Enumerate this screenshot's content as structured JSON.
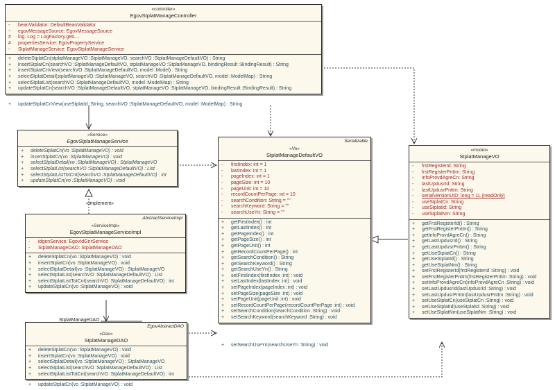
{
  "controller": {
    "stereotype": "«controller»",
    "name": "EgovStplatManageController",
    "attributes": [
      {
        "vis": "-",
        "text": "beanValidator:  DefaultBeanValidator"
      },
      {
        "vis": "~",
        "text": "egovMessageSource:  EgovMessageSource"
      },
      {
        "vis": "#",
        "text": "log:  Log = LogFactory.getL..."
      },
      {
        "vis": "#",
        "text": "propertiesService:  EgovPropertyService"
      },
      {
        "vis": "-",
        "text": "StplatManageService:  EgovStplatManageService"
      }
    ],
    "operations": [
      {
        "vis": "+",
        "text": "deleteStplatCn(stplatManageVO :StplatManageVO, searchVO :StplatManageDefaultVO) : String"
      },
      {
        "vis": "+",
        "text": "insertStplatCn(searchVO :StplatManageDefaultVO, stplatManageVO :StplatManageVO, bindingResult :BindingResult) : String"
      },
      {
        "vis": "+",
        "text": "insertStplatCnView(searchVO :StplatManageDefaultVO, model :Model) : String"
      },
      {
        "vis": "+",
        "text": "selectStplatDetail(stplatManageVO :StplatManageVO, searchVO :StplatManageDefaultVO, model :ModelMap) : String"
      },
      {
        "vis": "+",
        "text": "selectStplatList(searchVO :StplatManageDefaultVO, model :ModelMap) : String"
      },
      {
        "vis": "+",
        "text": "updateStplatCn(searchVO :StplatManageDefaultVO, stplatManageVO :StplatManageVO, bindingResult :BindingResult) : String"
      }
    ],
    "overflow": {
      "vis": "+",
      "text": "updateStplatCnView(useStplatId :String, searchVO :StplatManageDefaultVO, model :ModelMap) : String"
    }
  },
  "service": {
    "stereotype": "«Service»",
    "name": "EgovStplatManageService",
    "operations": [
      {
        "vis": "+",
        "text": "deleteStplatCn(vo :StplatManageVO) : void"
      },
      {
        "vis": "+",
        "text": "insertStplatCn(vo :StplatManageVO) : void"
      },
      {
        "vis": "+",
        "text": "selectStplatDetail(vo :StplatManageVO) : StplatManageVO"
      },
      {
        "vis": "+",
        "text": "selectStplatList(searchVO :StplatManageDefaultVO) : List"
      },
      {
        "vis": "+",
        "text": "selectStplatListTotCnt(searchVO :StplatManageDefaultVO) : int"
      },
      {
        "vis": "+",
        "text": "updateStplatCn(vo :StplatManageVO) : void"
      }
    ]
  },
  "implement_label": "«implement»",
  "serviceImpl": {
    "parent": "AbstractServiceImpl",
    "stereotype": "«ServiceImpl»",
    "name": "EgovStplatManageServiceImpl",
    "attributes": [
      {
        "vis": "-",
        "text": "idgenService:  EgovIdGnrService"
      },
      {
        "vis": "-",
        "text": "StplatManageDAO:  StplatManageDAO"
      }
    ],
    "operations": [
      {
        "vis": "+",
        "text": "deleteStplatCn(vo :StplatManageVO) : void"
      },
      {
        "vis": "+",
        "text": "insertStplatCn(vo :StplatManageVO) : void"
      },
      {
        "vis": "+",
        "text": "selectStplatDetail(vo :StplatManageVO) : StplatManageVO"
      },
      {
        "vis": "+",
        "text": "selectStplatList(searchVO :StplatManageDefaultVO) : List"
      },
      {
        "vis": "+",
        "text": "selectStplatListTotCnt(searchVO :StplatManageDefaultVO) : int"
      },
      {
        "vis": "+",
        "text": "updateStplatCn(vo :StplatManageVO) : void"
      }
    ]
  },
  "dao_role_label": "StplatManageDAO",
  "dao": {
    "parent": "EgovAbstractDAO",
    "stereotype": "«Dao»",
    "name": "StplatManageDAO",
    "operations": [
      {
        "vis": "+",
        "text": "deleteStplatCn(vo :StplatManageVO) : void"
      },
      {
        "vis": "+",
        "text": "insertStplatCn(vo :StplatManageVO) : void"
      },
      {
        "vis": "+",
        "text": "selectStplatDetail(vo :StplatManageVO) : StplatManageVO"
      },
      {
        "vis": "+",
        "text": "selectStplatList(searchVO :StplatManageDefaultVO) : List"
      },
      {
        "vis": "+",
        "text": "selectStplatListTotCnt(searchVO :StplatManageDefaultVO) : int"
      }
    ],
    "overflow": {
      "vis": "+",
      "text": "updateStplatCn(vo :StplatManageVO) : void"
    }
  },
  "defaultVO": {
    "parent": "Serializable",
    "stereotype": "«Vo»",
    "name": "StplatManageDefaultVO",
    "attributes": [
      {
        "vis": "-",
        "text": "firstIndex:  int = 1"
      },
      {
        "vis": "-",
        "text": "lastIndex:  int = 1"
      },
      {
        "vis": "-",
        "text": "pageIndex:  int = 1"
      },
      {
        "vis": "-",
        "text": "pageSize:  int = 10"
      },
      {
        "vis": "-",
        "text": "pageUnit:  int = 10"
      },
      {
        "vis": "-",
        "text": "recordCountPerPage:  int = 10"
      },
      {
        "vis": "-",
        "text": "searchCondition:  String = \"\""
      },
      {
        "vis": "-",
        "text": "searchKeyword:  String = \"\""
      },
      {
        "vis": "-",
        "text": "searchUseYn:  String = \"\""
      }
    ],
    "operations": [
      {
        "vis": "+",
        "text": "getFirstIndex() : int"
      },
      {
        "vis": "+",
        "text": "getLastIndex() : int"
      },
      {
        "vis": "+",
        "text": "getPageIndex() : int"
      },
      {
        "vis": "+",
        "text": "getPageSize() : int"
      },
      {
        "vis": "+",
        "text": "getPageUnit() : int"
      },
      {
        "vis": "+",
        "text": "getRecordCountPerPage() : int"
      },
      {
        "vis": "+",
        "text": "getSearchCondition() : String"
      },
      {
        "vis": "+",
        "text": "getSearchKeyword() : String"
      },
      {
        "vis": "+",
        "text": "getSearchUseYn() : String"
      },
      {
        "vis": "+",
        "text": "setFirstIndex(firstIndex :int) : void"
      },
      {
        "vis": "+",
        "text": "setLastIndex(lastIndex :int) : void"
      },
      {
        "vis": "+",
        "text": "setPageIndex(pageIndex :int) : void"
      },
      {
        "vis": "+",
        "text": "setPageSize(pageSize :int) : void"
      },
      {
        "vis": "+",
        "text": "setPageUnit(pageUnit :int) : void"
      },
      {
        "vis": "+",
        "text": "setRecordCountPerPage(recordCountPerPage :int) : void"
      },
      {
        "vis": "+",
        "text": "setSearchCondition(searchCondition :String) : void"
      },
      {
        "vis": "+",
        "text": "setSearchKeyword(searchKeyword :String) : void"
      }
    ],
    "overflow": {
      "vis": "+",
      "text": "setSearchUseYn(searchUseYn :String) : void"
    }
  },
  "manageVO": {
    "stereotype": "«model»",
    "name": "StplatManageVO",
    "attributes": [
      {
        "vis": "-",
        "text": "frstRegisterId:  String"
      },
      {
        "vis": "-",
        "text": "frstRegisterPnttm:  String"
      },
      {
        "vis": "-",
        "text": "infoProvdAgreCn:  String"
      },
      {
        "vis": "-",
        "text": "lastUpdusrId:  String"
      },
      {
        "vis": "-",
        "text": "lastUpdusrPnttm:  String"
      },
      {
        "vis": "-",
        "text": "serialVersionUID:  long = 1L {readOnly}",
        "static": true
      },
      {
        "vis": "-",
        "text": "useStplatCn:  String"
      },
      {
        "vis": "-",
        "text": "useStplatId:  String"
      },
      {
        "vis": "-",
        "text": "useStplatNm:  String"
      }
    ],
    "operations": [
      {
        "vis": "+",
        "text": "getFrstRegisterId() : String"
      },
      {
        "vis": "+",
        "text": "getFrstRegisterPnttm() : String"
      },
      {
        "vis": "+",
        "text": "getInfoProvdAgreCn() : String"
      },
      {
        "vis": "+",
        "text": "getLastUpdusrId() : String"
      },
      {
        "vis": "+",
        "text": "getLastUpdusrPnttm() : String"
      },
      {
        "vis": "+",
        "text": "getUseStplatCn() : String"
      },
      {
        "vis": "+",
        "text": "getUseStplatId() : String"
      },
      {
        "vis": "+",
        "text": "getUseStplatNm() : String"
      },
      {
        "vis": "+",
        "text": "setFrstRegisterId(frstRegisterId :String) : void"
      },
      {
        "vis": "+",
        "text": "setFrstRegisterPnttm(frstRegisterPnttm :String) : void"
      },
      {
        "vis": "+",
        "text": "setInfoProvdAgreCn(infoProvdAgreCn :String) : void"
      },
      {
        "vis": "+",
        "text": "setLastUpdusrId(lastUpdusrId :String) : void"
      },
      {
        "vis": "+",
        "text": "setLastUpdusrPnttm(lastUpdusrPnttm :String) : void"
      },
      {
        "vis": "+",
        "text": "setUseStplatCn(useStplatCn :String) : void"
      },
      {
        "vis": "+",
        "text": "setUseStplatId(useStplatId :String) : void"
      },
      {
        "vis": "+",
        "text": "setUseStplatNm(useStplatNm :String) : void"
      }
    ]
  }
}
